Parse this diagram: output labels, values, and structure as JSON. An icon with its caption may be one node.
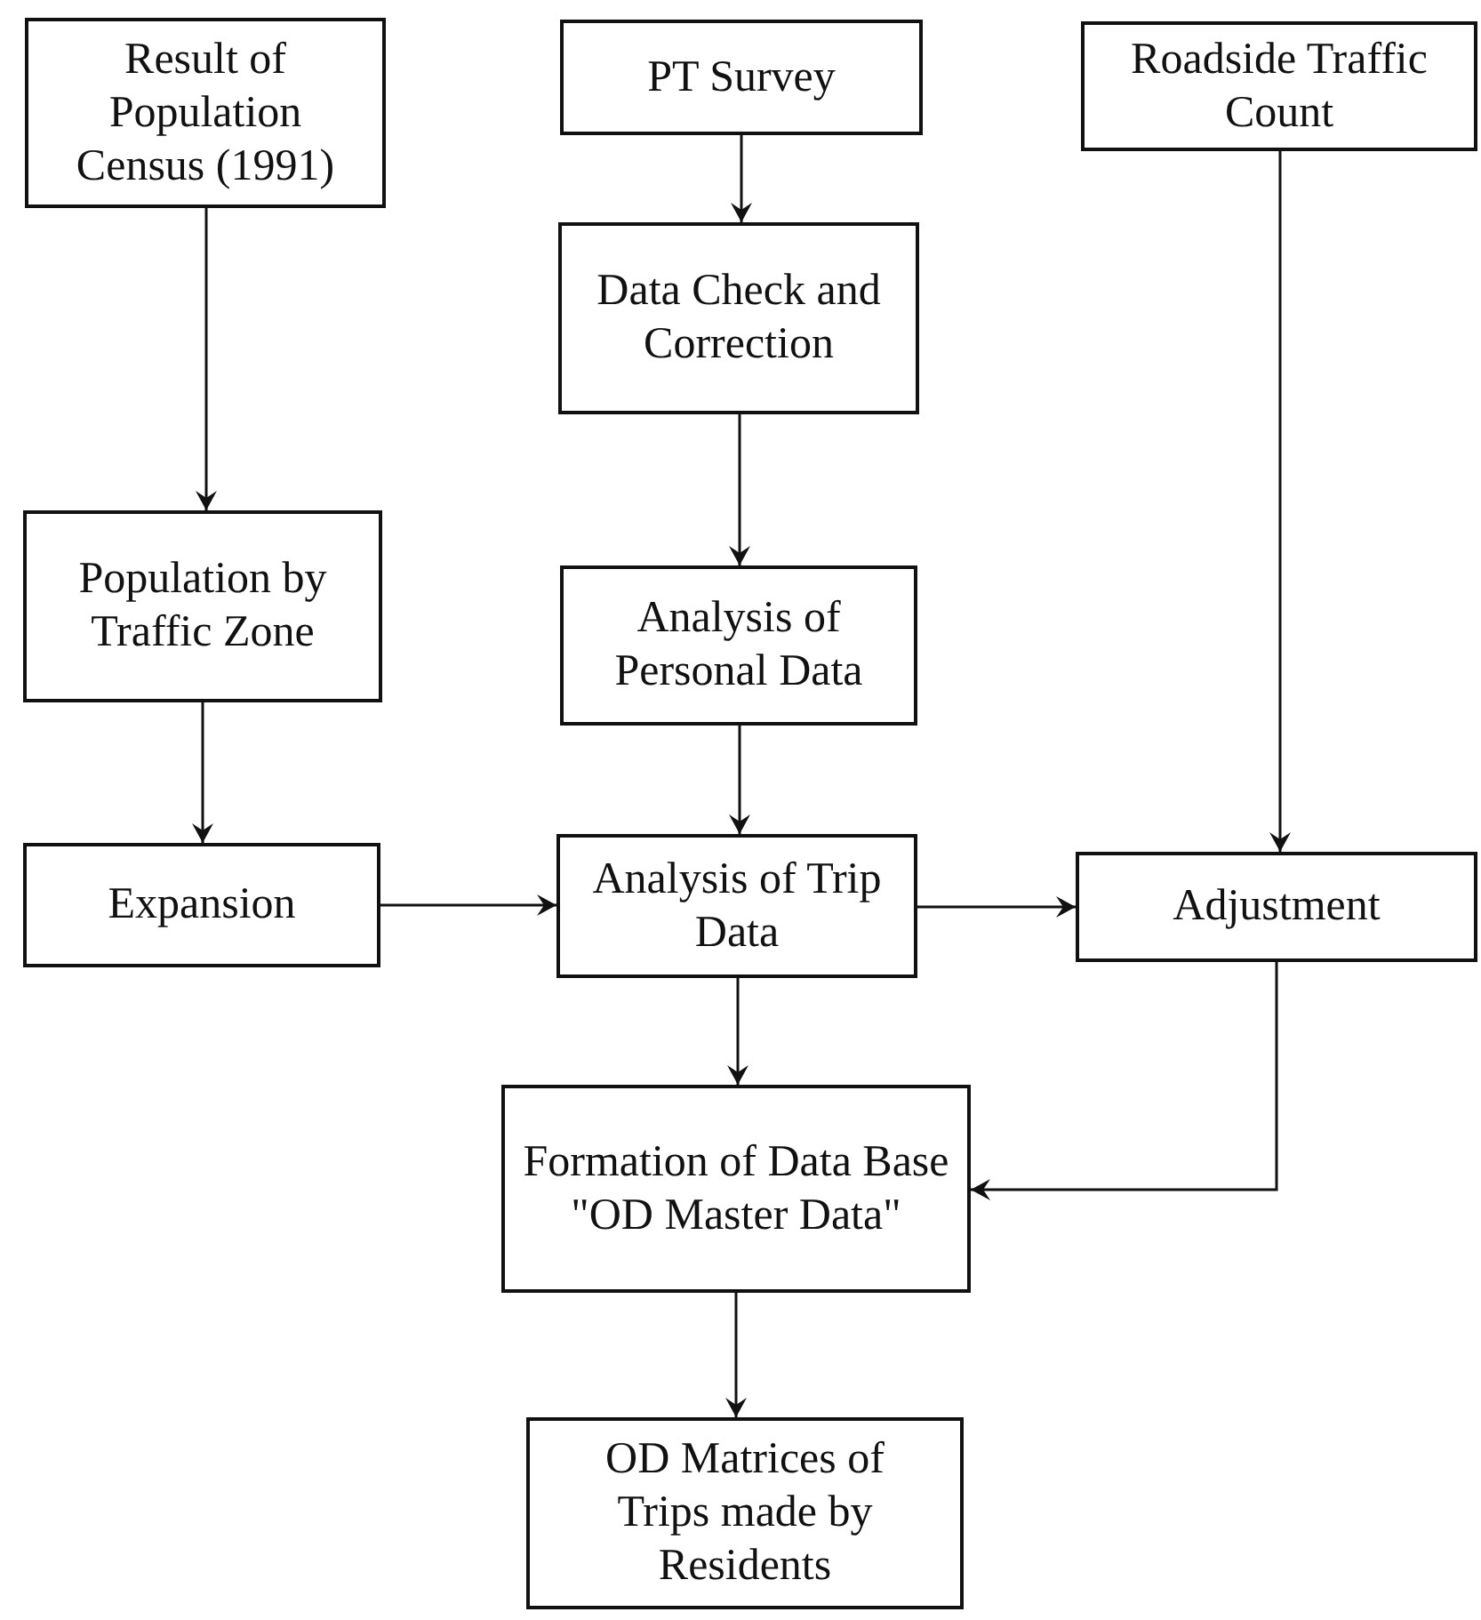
{
  "diagram": {
    "nodes": [
      {
        "text": [
          "Result of Population Census (1991)"
        ]
      },
      {
        "text": [
          "PT Survey"
        ]
      },
      {
        "text": [
          "Roadside Traffic Count"
        ]
      },
      {
        "text": [
          "Data Check and Correction"
        ]
      },
      {
        "text": [
          "Population by Traffic Zone"
        ]
      },
      {
        "text": [
          "Analysis of Personal Data"
        ]
      },
      {
        "text": [
          "Expansion"
        ]
      },
      {
        "text": [
          "Analysis of Trip Data"
        ]
      },
      {
        "text": [
          "Adjustment"
        ]
      },
      {
        "text": [
          "Formation of Data Base \"OD Master Data\""
        ]
      },
      {
        "text": [
          "OD Matrices of Trips made by Residents"
        ]
      }
    ],
    "edges": [
      {
        "from": 0,
        "to": 4,
        "arrow": "to"
      },
      {
        "from": 1,
        "to": 3,
        "arrow": "to"
      },
      {
        "from": 3,
        "to": 5,
        "arrow": "to"
      },
      {
        "from": 4,
        "to": 6,
        "arrow": "to"
      },
      {
        "from": 5,
        "to": 7,
        "arrow": "to"
      },
      {
        "from": 2,
        "to": 8,
        "arrow": "to"
      },
      {
        "from": 6,
        "to": 7,
        "arrow": "to"
      },
      {
        "from": 7,
        "to": 8,
        "arrow": "to"
      },
      {
        "from": 7,
        "to": 9,
        "arrow": "to"
      },
      {
        "from": 8,
        "to": 9,
        "arrow": "to"
      },
      {
        "from": 9,
        "to": 10,
        "arrow": "to"
      }
    ]
  }
}
